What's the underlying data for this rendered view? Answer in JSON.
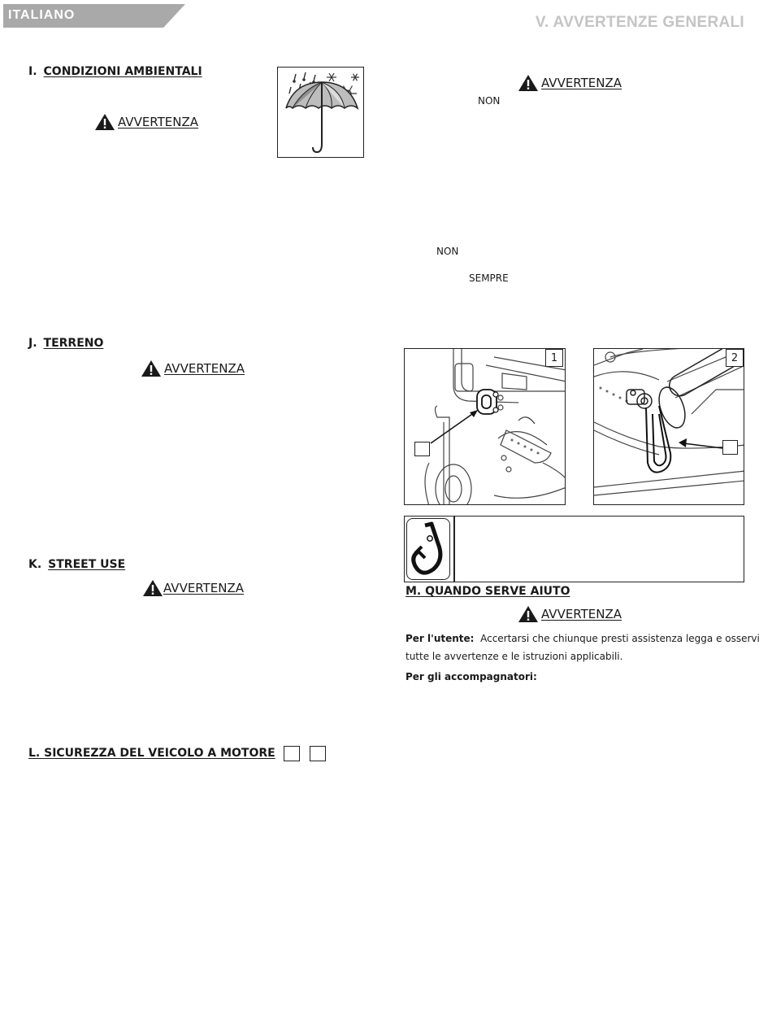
{
  "header": {
    "language": "ITALIANO",
    "chapter": "V. AVVERTENZE GENERALI"
  },
  "warning_word": "AVVERTENZA",
  "sections": {
    "I": {
      "letter": "I.",
      "title": "CONDIZIONI AMBIENTALI"
    },
    "J": {
      "letter": "J.",
      "title": "TERRENO"
    },
    "K": {
      "letter": "K.",
      "title": "STREET USE"
    },
    "L": {
      "title": "L. SICUREZZA DEL VEICOLO A MOTORE"
    },
    "M": {
      "title": "M. QUANDO SERVE AIUTO",
      "user_label": "Per l'utente:",
      "user_text_1": "Accertarsi che chiunque presti assistenza legga e osservi",
      "user_text_2": "tutte le avvertenze e le istruzioni applicabili.",
      "caregiver_label": "Per gli accompagnatori:"
    }
  },
  "right_column": {
    "non_1": "NON",
    "non_2": "NON",
    "sempre": "SEMPRE"
  },
  "figures": {
    "fig1_number": "1",
    "fig2_number": "2"
  },
  "icons": {
    "warning": "warning-triangle-icon",
    "weather": "umbrella-rain-snow-icon",
    "tiedown": "tiedown-hook-icon"
  }
}
